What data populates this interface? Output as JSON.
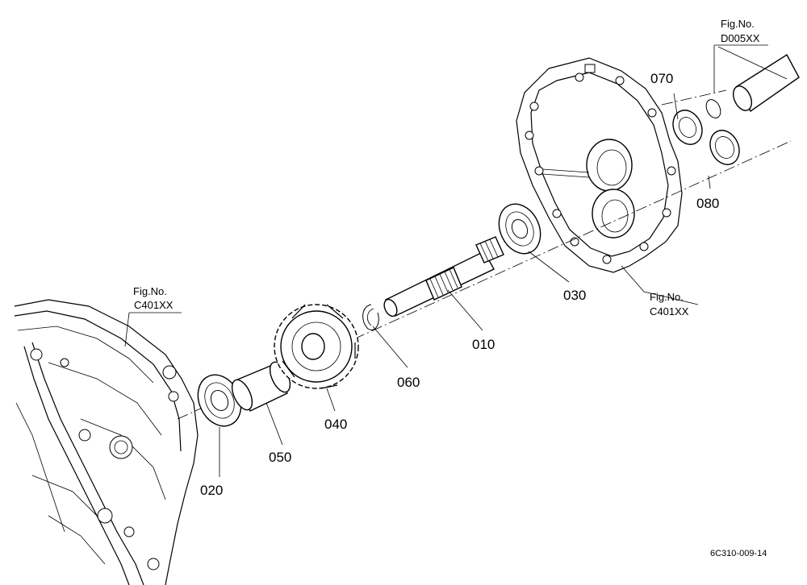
{
  "parts": [
    {
      "id": "p010",
      "number": "010"
    },
    {
      "id": "p020",
      "number": "020"
    },
    {
      "id": "p030",
      "number": "030"
    },
    {
      "id": "p040",
      "number": "040"
    },
    {
      "id": "p050",
      "number": "050"
    },
    {
      "id": "p060",
      "number": "060"
    },
    {
      "id": "p070",
      "number": "070"
    },
    {
      "id": "p080",
      "number": "080"
    }
  ],
  "references": {
    "left": {
      "prefix": "Fig.No.",
      "code": "C401XX"
    },
    "right": {
      "prefix": "Fig.No.",
      "code": "C401XX"
    },
    "top": {
      "prefix": "Fig.No.",
      "code": "D005XX"
    }
  },
  "drawing_code": "6C310-009-14"
}
